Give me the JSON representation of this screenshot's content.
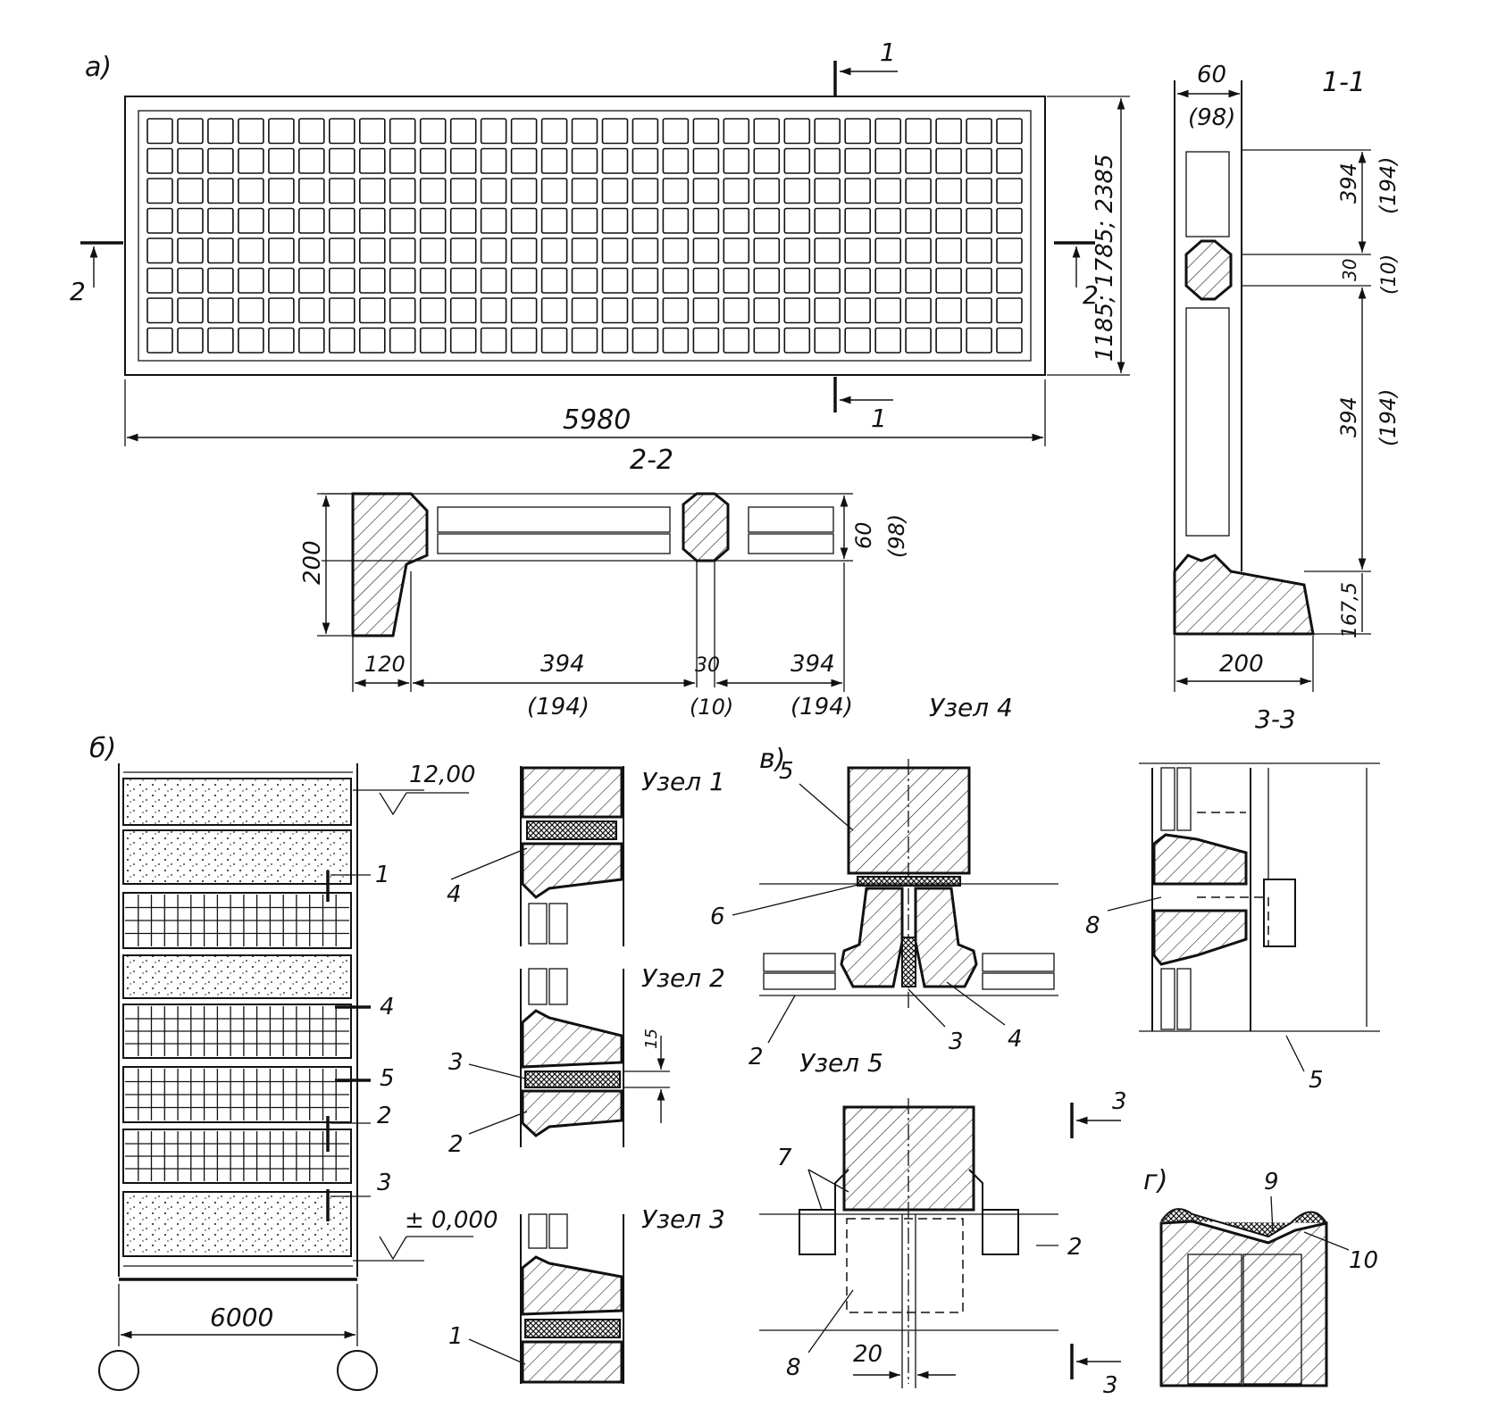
{
  "labels": {
    "panel_a": "а)",
    "panel_b": "б)",
    "panel_v": "в)",
    "panel_g": "г)",
    "section_11": "1-1",
    "section_22": "2-2",
    "section_33": "3-3",
    "cut_1": "1",
    "cut_2": "2",
    "cut_3": "3",
    "node_1": "Узел 1",
    "node_2": "Узел 2",
    "node_3": "Узел 3",
    "node_4": "Узел 4",
    "node_5": "Узел 5"
  },
  "dimensions": {
    "panel_length": "5980",
    "panel_heights": "1185; 1785; 2385",
    "rib_width": "60",
    "rib_width_alt": "(98)",
    "cell_394": "394",
    "cell_194": "(194)",
    "joint_30": "30",
    "joint_10": "(10)",
    "bottom_167": "167,5",
    "width_200": "200",
    "edge_120": "120",
    "gap_15": "15",
    "gap_20": "20",
    "span_6000": "6000",
    "level_top": "12,00",
    "level_zero": "± 0,000"
  },
  "callouts": {
    "n1": "1",
    "n2": "2",
    "n3": "3",
    "n4": "4",
    "n5": "5",
    "n6": "6",
    "n7": "7",
    "n8": "8",
    "n9": "9",
    "n10": "10"
  },
  "grid": {
    "cols": 29,
    "rows": 8
  }
}
